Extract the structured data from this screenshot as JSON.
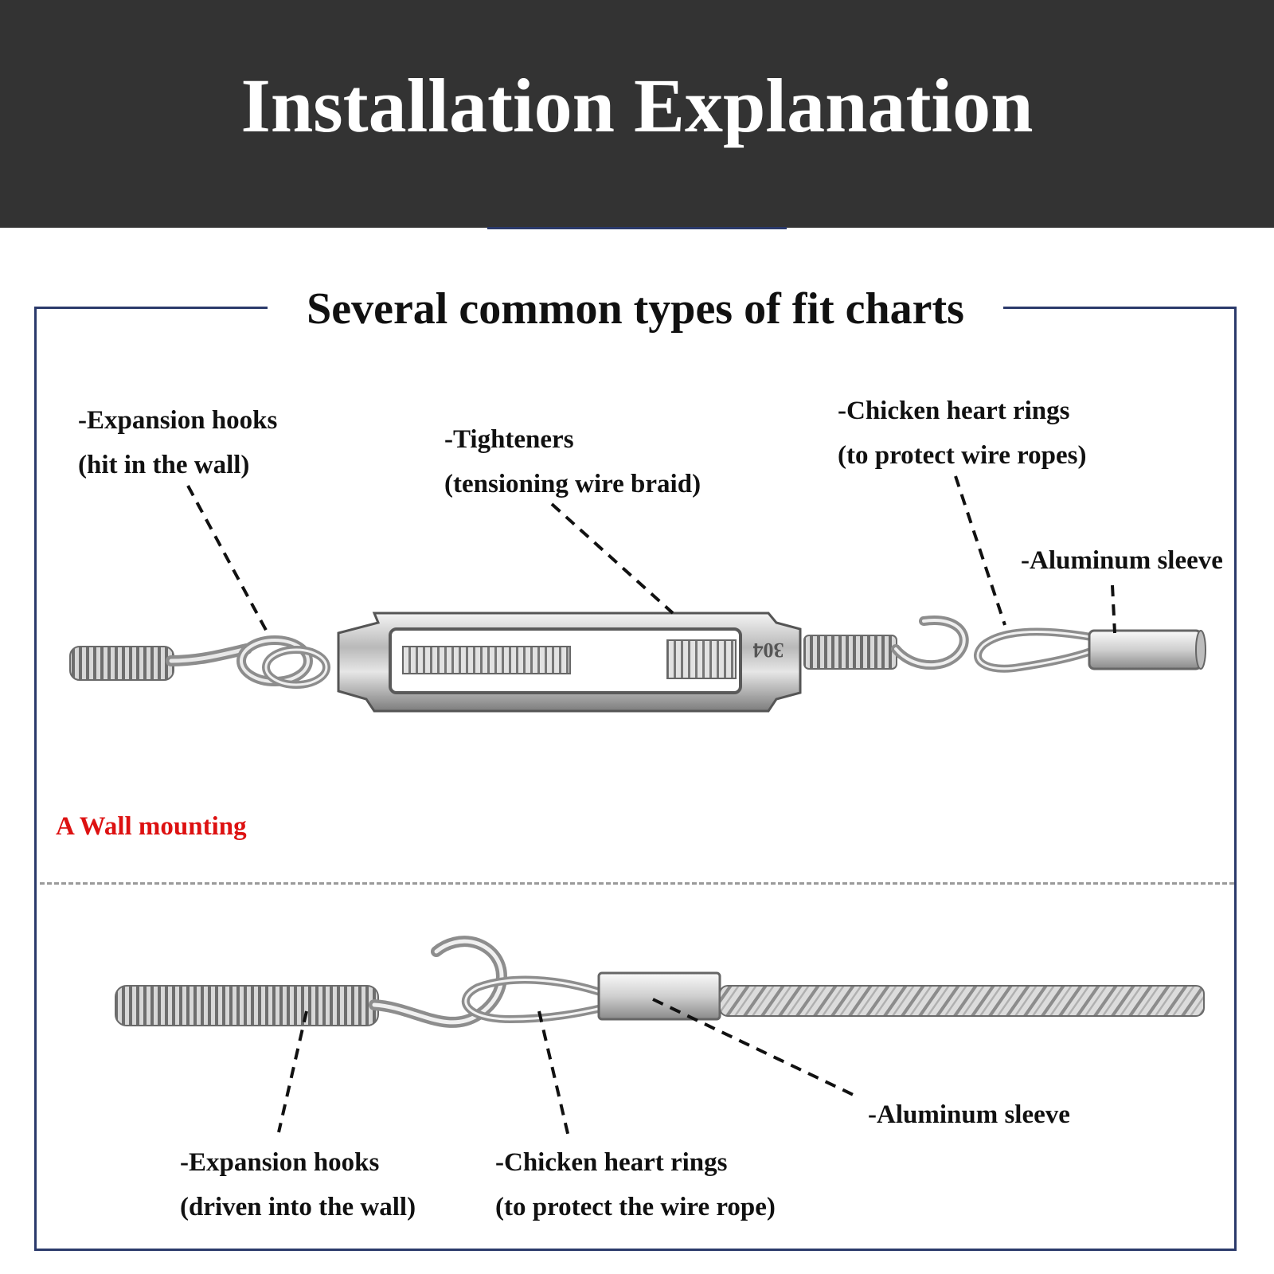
{
  "header": {
    "title": "Installation Explanation"
  },
  "section_title": "Several common types of fit charts",
  "diagram_a": {
    "caption": "A Wall mounting",
    "labels": {
      "expansion_hooks": {
        "line1": "-Expansion hooks",
        "line2": "(hit in the wall)"
      },
      "tighteners": {
        "line1": "-Tighteners",
        "line2": "(tensioning wire braid)"
      },
      "chicken_heart_rings": {
        "line1": "-Chicken heart rings",
        "line2": "(to protect wire ropes)"
      },
      "aluminum_sleeve": {
        "line1": "-Aluminum sleeve"
      }
    },
    "turnbuckle_stamp": "304"
  },
  "diagram_b": {
    "labels": {
      "expansion_hooks": {
        "line1": "-Expansion hooks",
        "line2": "(driven into the wall)"
      },
      "chicken_heart_rings": {
        "line1": "-Chicken heart rings",
        "line2": "(to protect the wire rope)"
      },
      "aluminum_sleeve": {
        "line1": "-Aluminum sleeve"
      }
    }
  },
  "colors": {
    "header_bg": "#333333",
    "frame": "#2b3a6b",
    "accent_red": "#dd1111"
  }
}
